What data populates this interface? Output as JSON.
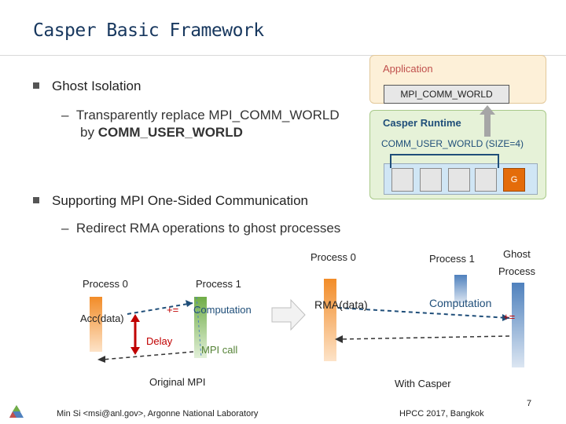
{
  "title": "Casper Basic Framework",
  "bullets": [
    {
      "label": "Ghost Isolation",
      "sub": {
        "line1": "Transparently replace MPI_COMM_WORLD",
        "line2_prefix": "by ",
        "line2_bold": "COMM_USER_WORLD"
      }
    },
    {
      "label": "Supporting MPI One-Sided Communication",
      "sub": {
        "line1": "Redirect RMA operations to  ghost processes"
      }
    }
  ],
  "stack_diagram": {
    "application": "Application",
    "mpi_comm_world": "MPI_COMM_WORLD",
    "casper_runtime": "Casper Runtime",
    "comm_user_world": "COMM_USER_WORLD (SIZE=4)",
    "ghost_cell": "G"
  },
  "original_mpi": {
    "process0": "Process 0",
    "process1": "Process 1",
    "acc": "Acc(data)",
    "plus_eq": "+=",
    "computation": "Computation",
    "delay": "Delay",
    "mpi_call": "MPI call",
    "caption": "Original MPI"
  },
  "with_casper": {
    "process0": "Process 0",
    "process1": "Process 1",
    "ghost_line1": "Ghost",
    "ghost_line2": "Process",
    "rma": "RMA(data)",
    "computation": "Computation",
    "plus_eq": "+=",
    "caption": "With Casper"
  },
  "footer": {
    "author": "Min Si <msi@anl.gov>, Argonne National Laboratory",
    "venue": "HPCC 2017, Bangkok",
    "page": "7"
  },
  "colors": {
    "title": "#17375e",
    "orange": "#f28c28",
    "green_bar": "#70ad47",
    "blue_bar": "#4f81bd",
    "accent_red": "#c0504d"
  }
}
